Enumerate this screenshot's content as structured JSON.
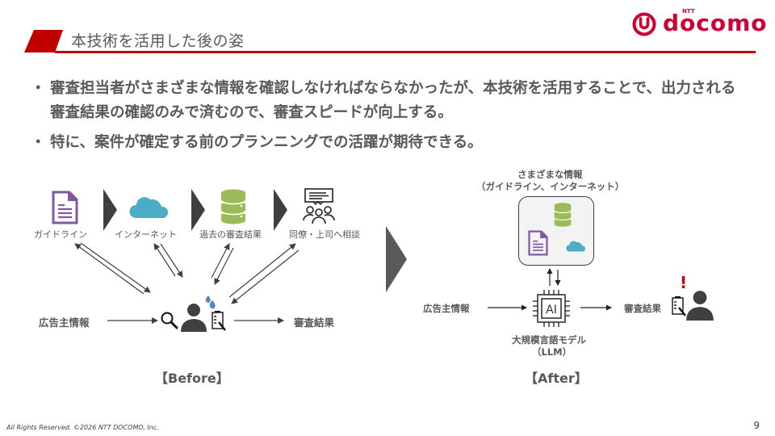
{
  "header": {
    "title": "本技術を活用した後の姿",
    "logo": {
      "brand": "docomo",
      "super": "NTT",
      "color": "#cc0033"
    },
    "accent_color": "#c00000"
  },
  "bullets": [
    "審査担当者がさまざまな情報を確認しなければならなかったが、本技術を活用することで、出力される審査結果の確認のみで済むので、審査スピードが向上する。",
    "特に、案件が確定する前のプランニングでの活躍が期待できる。"
  ],
  "before": {
    "sources": [
      {
        "label": "ガイドライン",
        "icon": "document-icon"
      },
      {
        "label": "インターネット",
        "icon": "cloud-icon"
      },
      {
        "label": "過去の審査結果",
        "icon": "database-icon"
      },
      {
        "label": "同僚・上司へ相談",
        "icon": "consultation-icon"
      }
    ],
    "input_label": "広告主情報",
    "output_label": "審査結果",
    "caption": "【Before】"
  },
  "after": {
    "info_title_line1": "さまざまな情報",
    "info_title_line2": "（ガイドライン、インターネット）",
    "input_label": "広告主情報",
    "model_label_line1": "大規模言語モデル",
    "model_label_line2": "（LLM）",
    "chip_text": "AI",
    "output_label": "審査結果",
    "alert_mark": "!",
    "caption": "【After】"
  },
  "icon_colors": {
    "document": "#7f5aa2",
    "cloud": "#4bacc6",
    "database": "#9bbb59",
    "person": "#404040",
    "sweat": "#4a86c8",
    "alert": "#c00000"
  },
  "footer": {
    "copyright": "All Rights Reserved. ©2026 NTT DOCOMO, Inc.",
    "page_number": "9"
  }
}
